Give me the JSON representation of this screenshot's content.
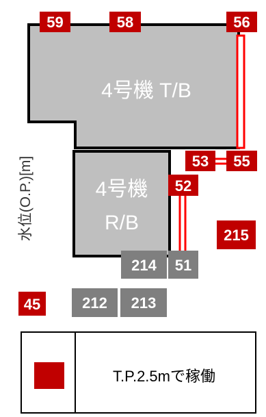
{
  "buildings": {
    "turbine": {
      "label": "4号機 T/B"
    },
    "reactor": {
      "label_line1": "4号機",
      "label_line2": "R/B"
    }
  },
  "axis_label": "水位(O.P.)[m]",
  "pits": {
    "p59": "59",
    "p58": "58",
    "p56": "56",
    "p53": "53",
    "p55": "55",
    "p52": "52",
    "p215": "215",
    "p214": "214",
    "p51": "51",
    "p45": "45",
    "p212": "212",
    "p213": "213"
  },
  "legend": {
    "label": "T.P.2.5mで稼働",
    "swatch_color": "#c00000"
  },
  "colors": {
    "active": "#c00000",
    "inactive": "#7f7f7f",
    "building": "#bfbfbf",
    "pipe": "#ff0000"
  }
}
